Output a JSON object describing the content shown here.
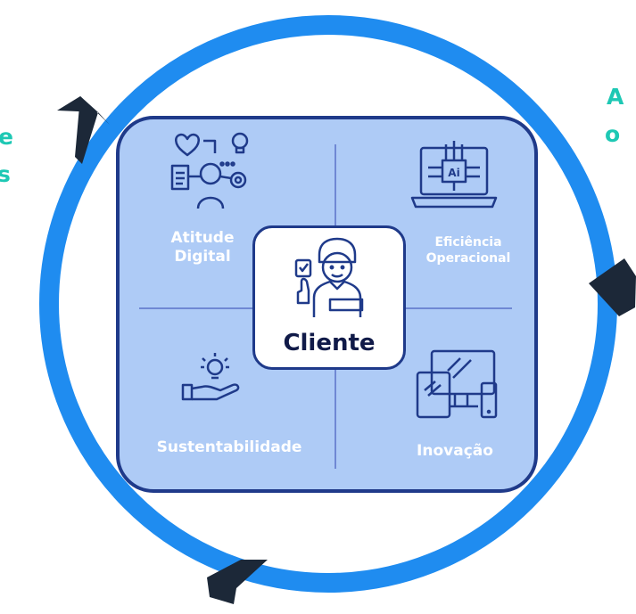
{
  "side_left": [
    "e",
    "s"
  ],
  "side_right": [
    "A",
    "o"
  ],
  "center": {
    "label": "Cliente",
    "icon": "customer-person-icon"
  },
  "quadrants": [
    {
      "label": "Atitude\nDigital",
      "icon": "digital-attitude-icon"
    },
    {
      "label": "Eficiência\nOperacional",
      "icon": "ai-laptop-icon"
    },
    {
      "label": "Sustentabilidade",
      "icon": "lightbulb-hand-icon"
    },
    {
      "label": "Inovação",
      "icon": "devices-icon"
    }
  ],
  "colors": {
    "ring": "#1f8cf0",
    "board": "#aecbf6",
    "border": "#1f3a8a",
    "arrow": "#1c2838",
    "side_text": "#1ec8b4",
    "icon": "#1f3a8a"
  }
}
